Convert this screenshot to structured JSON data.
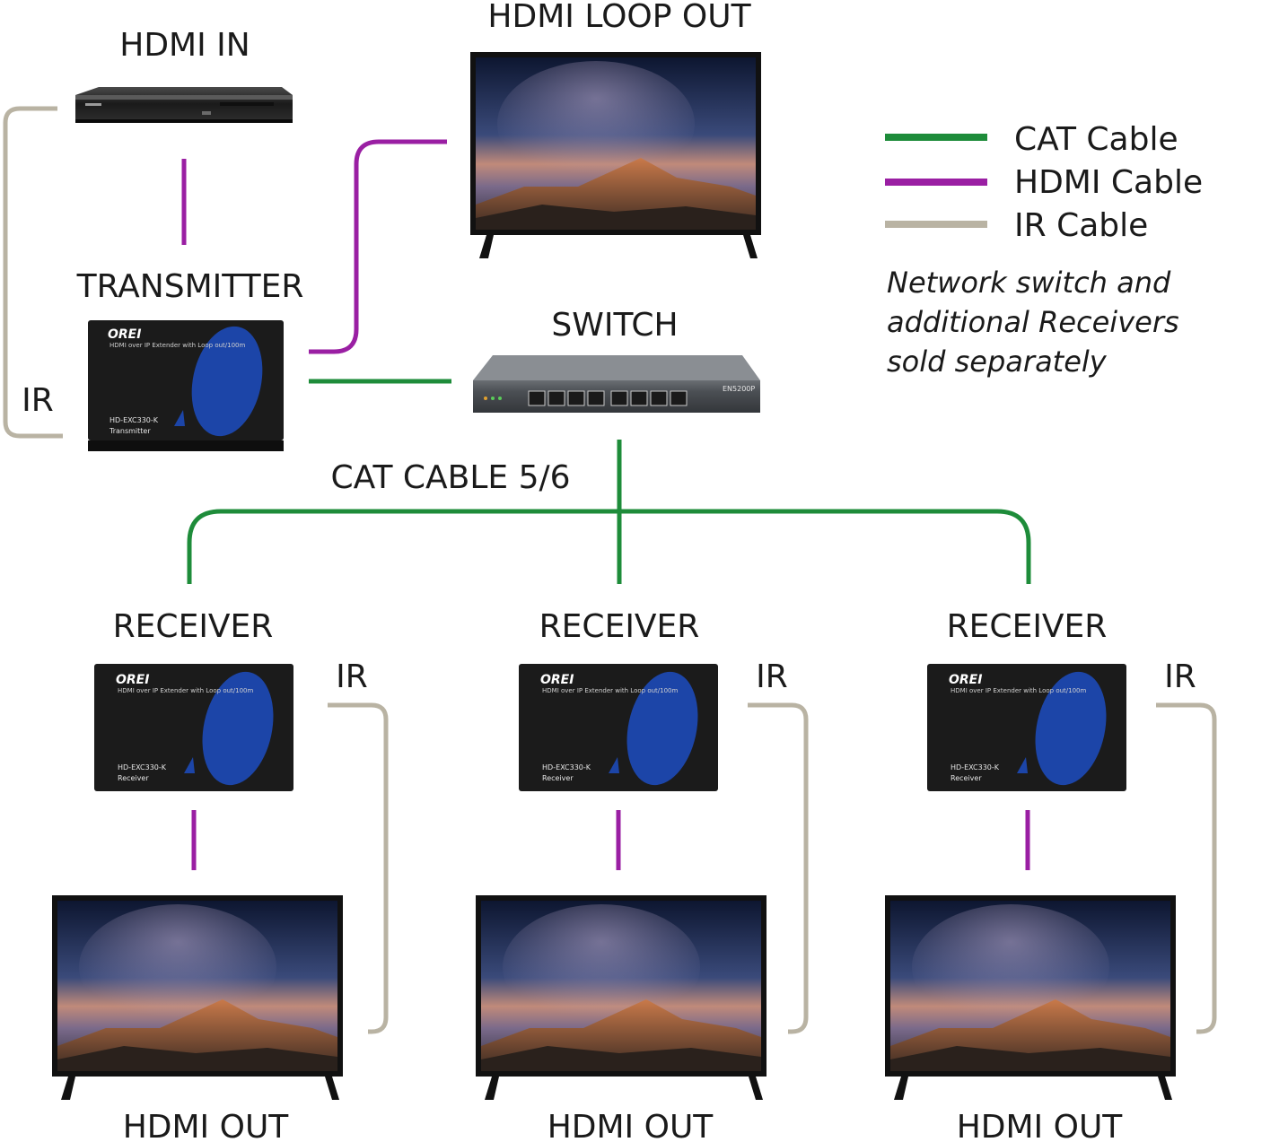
{
  "labels": {
    "hdmi_in": "HDMI IN",
    "hdmi_loop_out": "HDMI LOOP OUT",
    "transmitter": "TRANSMITTER",
    "switch": "SWITCH",
    "cat_cable": "CAT CABLE 5/6",
    "ir": "IR",
    "receiver": "RECEIVER",
    "hdmi_out": "HDMI OUT"
  },
  "legend": {
    "items": [
      {
        "label": "CAT Cable",
        "color": "#1e8c3a"
      },
      {
        "label": "HDMI Cable",
        "color": "#9a1fa3"
      },
      {
        "label": "IR Cable",
        "color": "#b9b3a3"
      }
    ],
    "note_lines": [
      "Network switch and",
      "additional Receivers",
      "sold separately"
    ]
  },
  "devices": {
    "logo": "OREI",
    "tx_model": "HD-EXC330-K",
    "tx_name": "Transmitter",
    "rx_model": "HD-EXC330-K",
    "rx_name": "Receiver",
    "tagline": "HDMI over IP Extender with Loop out/100m",
    "switch_model": "EN5200P"
  },
  "colors": {
    "cat": "#1e8c3a",
    "hdmi": "#9a1fa3",
    "ir": "#b9b3a3",
    "device_body": "#1b1b1b",
    "device_blue": "#1c45a8"
  }
}
